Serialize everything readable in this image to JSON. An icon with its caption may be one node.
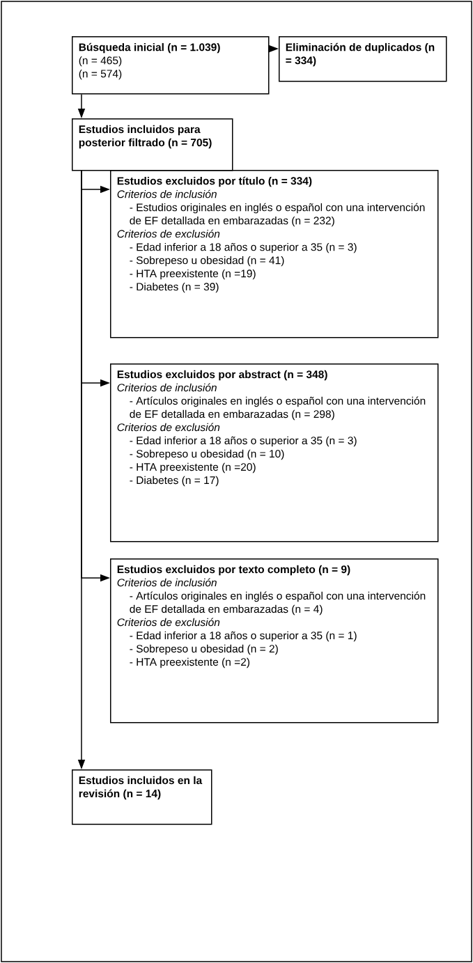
{
  "diagram": {
    "nodes": [
      {
        "text": [
          "Búsqueda inicial (n = 1.039)",
          "(n = 465)",
          "(n = 574)"
        ]
      },
      {
        "text": [
          "Eliminación de duplicados (n = 334)"
        ]
      },
      {
        "text": [
          "Estudios incluidos para posterior filtrado (n = 705)"
        ]
      },
      {
        "text": [
          "Estudios excluidos por título (n = 334)",
          "Criterios de inclusión",
          "- Estudios originales en inglés o español con una intervención de EF detallada en embarazadas (n = 232)",
          "Criterios de exclusión",
          "- Edad inferior a 18 años o superior a 35 (n = 3)",
          "- Sobrepeso u obesidad (n = 41)",
          "- HTA preexistente (n =19)",
          "- Diabetes (n = 39)"
        ]
      },
      {
        "text": [
          "Estudios excluidos por abstract (n = 348)",
          "Criterios de inclusión",
          "- Artículos originales en inglés o español con una intervención de EF detallada en embarazadas (n = 298)",
          "Criterios de exclusión",
          "- Edad inferior a 18 años o superior a 35 (n = 3)",
          "- Sobrepeso u obesidad (n = 10)",
          "- HTA preexistente (n =20)",
          "- Diabetes (n = 17)"
        ]
      },
      {
        "text": [
          "Estudios excluidos por texto completo (n = 9)",
          "Criterios de inclusión",
          "- Artículos originales en inglés o español con una intervención de EF detallada en embarazadas (n = 4)",
          "Criterios de exclusión",
          "- Edad inferior a 18 años o superior a 35 (n = 1)",
          "- Sobrepeso u obesidad (n = 2)",
          "- HTA preexistente (n =2)"
        ]
      },
      {
        "text": [
          "Estudios incluidos en la revisión (n = 14)"
        ]
      }
    ],
    "edges": [
      {
        "from": 0,
        "to": 1,
        "arrow": "to"
      },
      {
        "from": 0,
        "to": 2,
        "arrow": "to"
      },
      {
        "from": 2,
        "to": 3,
        "arrow": "to"
      },
      {
        "from": 2,
        "to": 4,
        "arrow": "to"
      },
      {
        "from": 2,
        "to": 5,
        "arrow": "to"
      },
      {
        "from": 2,
        "to": 6,
        "arrow": "to"
      }
    ]
  }
}
